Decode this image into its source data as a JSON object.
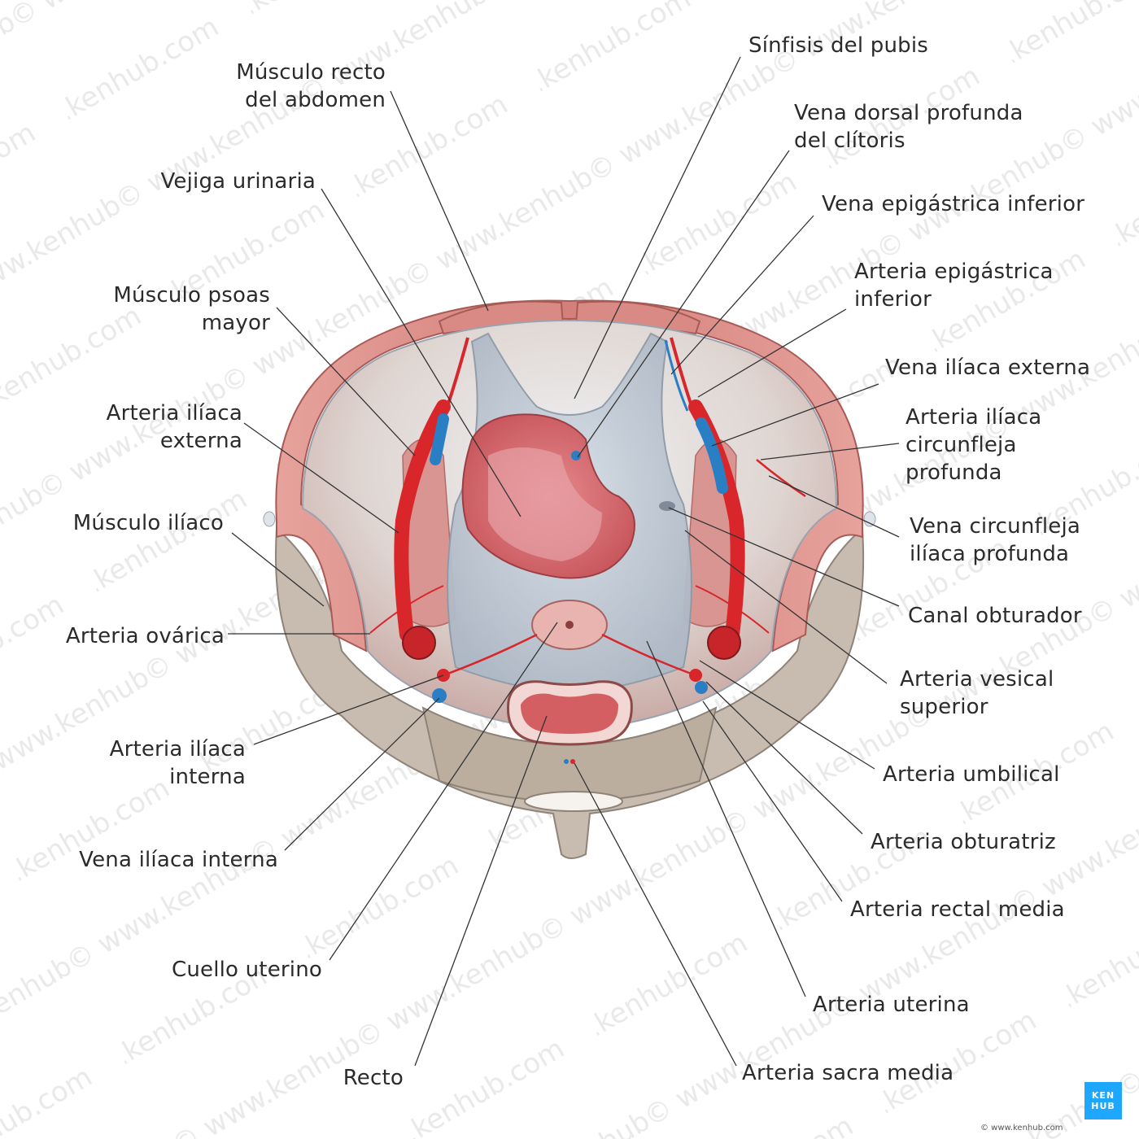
{
  "labels": {
    "recto_abdomen": [
      "Músculo recto",
      "del abdomen"
    ],
    "vejiga": "Vejiga urinaria",
    "psoas": [
      "Músculo psoas",
      "mayor"
    ],
    "art_iliaca_externa": [
      "Arteria ilíaca",
      "externa"
    ],
    "iliaco": "Músculo ilíaco",
    "ovarica": "Arteria ovárica",
    "art_iliaca_interna": [
      "Arteria ilíaca",
      "interna"
    ],
    "vena_iliaca_interna": "Vena ilíaca interna",
    "cuello_uterino": "Cuello uterino",
    "recto": "Recto",
    "sinfisis": "Sínfisis del pubis",
    "vena_dorsal": [
      "Vena dorsal profunda",
      "del clítoris"
    ],
    "vena_epigastrica": "Vena epigástrica inferior",
    "art_epigastrica": [
      "Arteria epigástrica",
      "inferior"
    ],
    "vena_iliaca_externa": "Vena ilíaca externa",
    "art_circunfleja": [
      "Arteria ilíaca",
      "circunfleja",
      "profunda"
    ],
    "vena_circunfleja": [
      "Vena circunfleja",
      "ilíaca profunda"
    ],
    "canal_obturador": "Canal obturador",
    "vesical_superior": [
      "Arteria vesical",
      "superior"
    ],
    "umbilical": "Arteria umbilical",
    "obturatriz": "Arteria obturatriz",
    "rectal_media": "Arteria rectal media",
    "uterina": "Arteria uterina",
    "sacra_media": "Arteria sacra media"
  },
  "watermark": "© www.kenhub.com",
  "logo": [
    "KEN",
    "HUB"
  ],
  "copyright": "© www.kenhub.com",
  "colors": {
    "artery": "#d8262b",
    "vein": "#2a7fc4",
    "muscle": "#e39a96",
    "peritoneum": "#c9d2dc",
    "bone": "#c8bcb0",
    "leader": "#333333"
  }
}
